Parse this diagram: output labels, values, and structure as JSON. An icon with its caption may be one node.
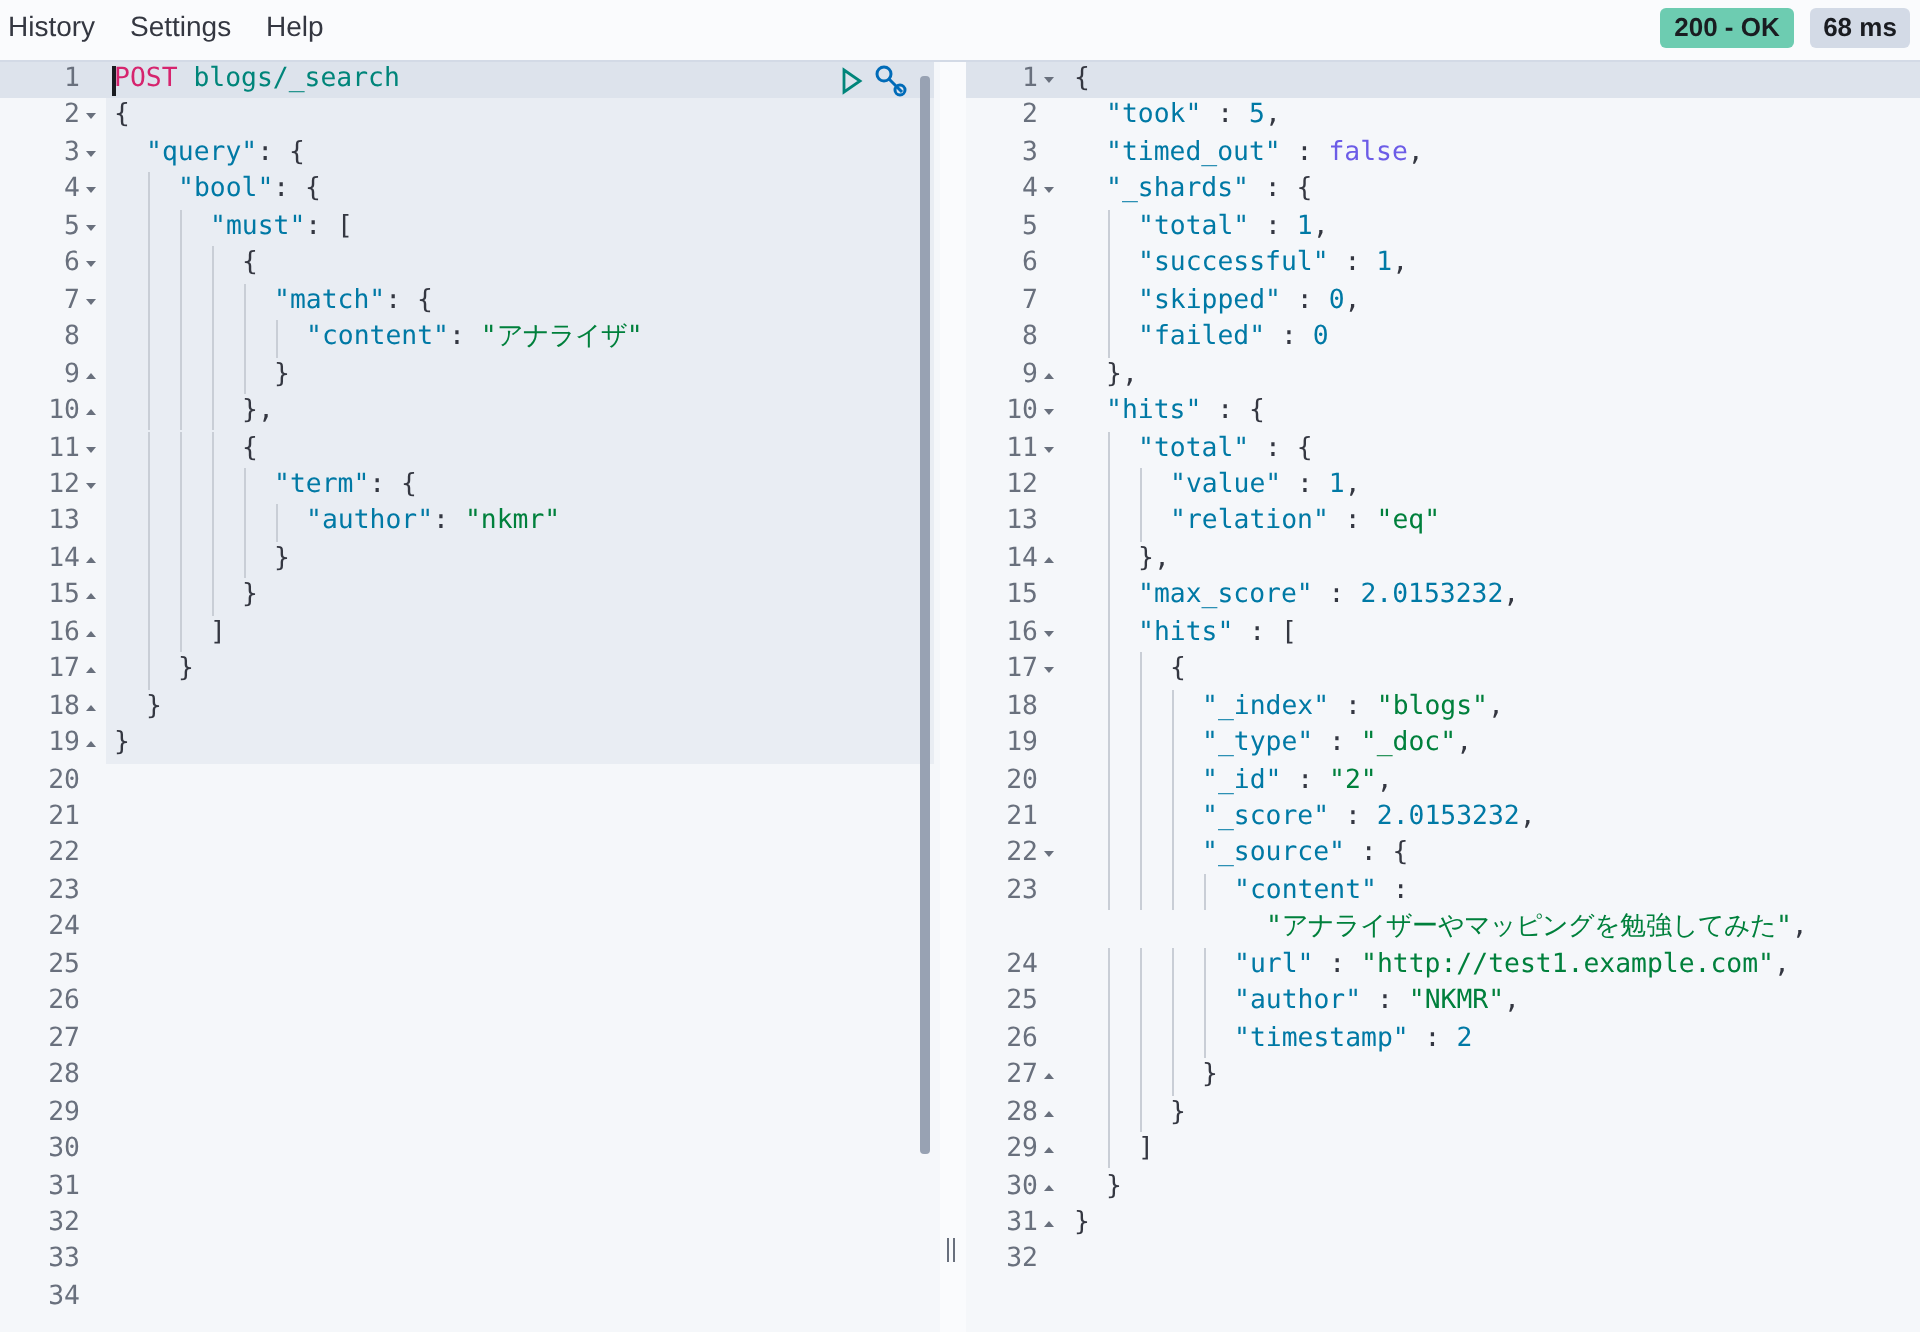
{
  "diagram": {
    "labels": [
      "History",
      "Settings",
      "Help",
      "200 - OK",
      "68 ms",
      "1",
      "2",
      "3",
      "4",
      "5",
      "6",
      "7",
      "8",
      "9",
      "10",
      "11",
      "12",
      "13",
      "14",
      "15",
      "16",
      "17",
      "18",
      "19",
      "20",
      "21",
      "22",
      "23",
      "24",
      "25",
      "26",
      "27",
      "28",
      "29",
      "30",
      "31",
      "32",
      "33",
      "34",
      "POST blogs/_search",
      "{",
      "\"query\": {",
      "\"bool\": {",
      "\"must\": [",
      "{",
      "\"match\": {",
      "\"content\": \"アナライザ\"",
      "}",
      "},",
      "{",
      "\"term\": {",
      "\"author\": \"nkmr\"",
      "}",
      "}",
      "]",
      "}",
      "}",
      "}",
      "1",
      "2",
      "3",
      "4",
      "5",
      "6",
      "7",
      "8",
      "9",
      "10",
      "11",
      "12",
      "13",
      "14",
      "15",
      "16",
      "17",
      "18",
      "19",
      "20",
      "21",
      "22",
      "23",
      "24",
      "25",
      "26",
      "27",
      "28",
      "29",
      "30",
      "31",
      "32",
      "{",
      "\"took\" : 5,",
      "\"timed_out\" : false,",
      "\"_shards\" : {",
      "\"total\" : 1,",
      "\"successful\" : 1,",
      "\"skipped\" : 0,",
      "\"failed\" : 0",
      "},",
      "\"hits\" : {",
      "\"total\" : {",
      "\"value\" : 1,",
      "\"relation\" : \"eq\"",
      "},",
      "\"max_score\" : 2.0153232,",
      "\"hits\" : [",
      "{",
      "\"_index\" : \"blogs\",",
      "\"_type\" : \"_doc\",",
      "\"_id\" : \"2\",",
      "\"_score\" : 2.0153232,",
      "\"_source\" : {",
      "\"content\" : \"アナライザーやマッピングを勉強してみた\",",
      "\"url\" : \"http://test1.example.com\",",
      "\"author\" : \"NKMR\",",
      "\"timestamp\" : 2",
      "}",
      "}",
      "]",
      "}",
      "}"
    ]
  }
}
